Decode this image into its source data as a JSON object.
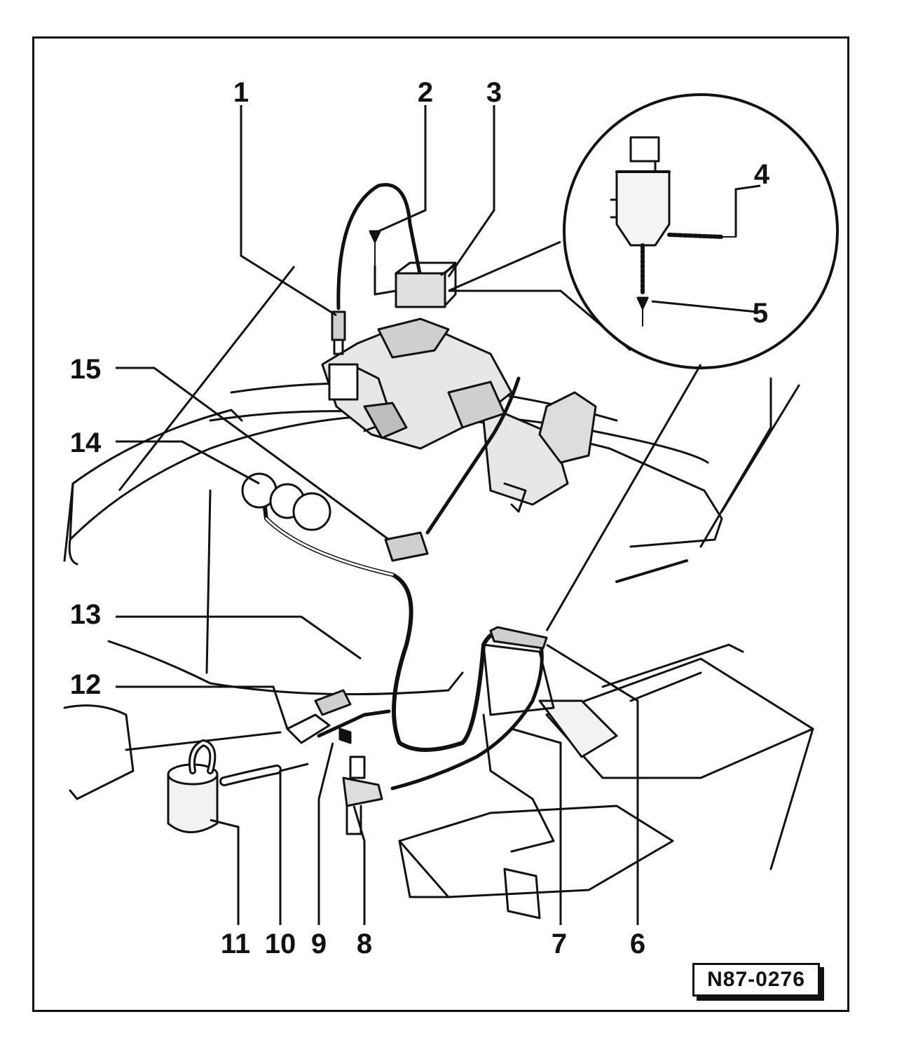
{
  "figure": {
    "reference_code": "N87-0276",
    "callouts": [
      "1",
      "2",
      "3",
      "4",
      "5",
      "6",
      "7",
      "8",
      "9",
      "10",
      "11",
      "12",
      "13",
      "14",
      "15"
    ]
  },
  "colors": {
    "ink": "#111111",
    "paper": "#ffffff",
    "shade": "#bdbdbd"
  }
}
